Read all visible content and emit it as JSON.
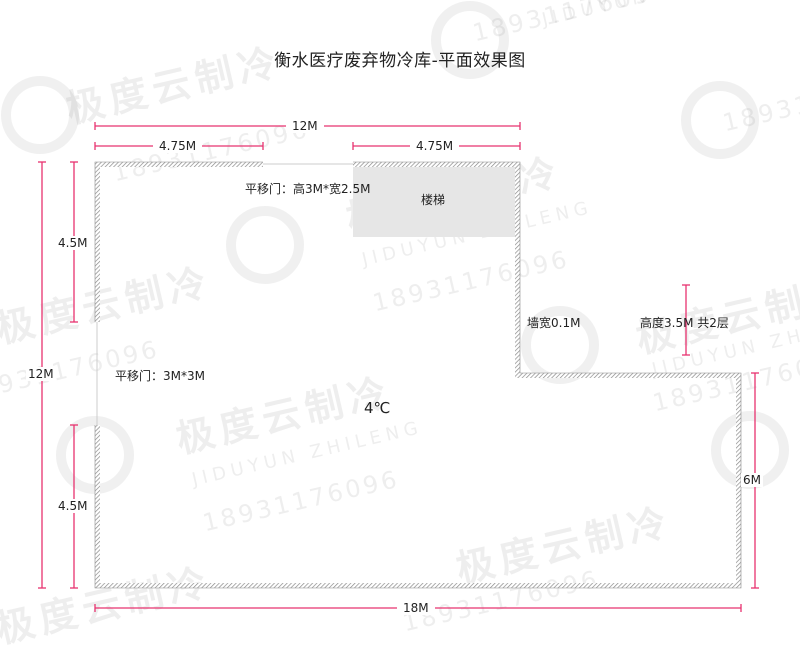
{
  "title": "衡水医疗废弃物冷库-平面效果图",
  "dimensions": {
    "top_total": "12M",
    "top_left": "4.75M",
    "top_right": "4.75M",
    "left_total": "12M",
    "left_upper": "4.5M",
    "left_lower": "4.5M",
    "right_lower": "6M",
    "bottom_total": "18M"
  },
  "labels": {
    "sliding_door_top": "平移门：高3M*宽2.5M",
    "stairs": "楼梯",
    "sliding_door_left": "平移门：3M*3M",
    "temperature": "4℃",
    "wall_width": "墙宽0.1M",
    "height": "高度3.5M 共2层"
  },
  "watermark": {
    "brand_cn": "极度云制冷",
    "brand_en": "JIDUYUN ZHILENG",
    "phone": "18931176096",
    "logo_text": "JIDUYUN"
  },
  "colors": {
    "dimension_line": "#e8336f",
    "wall": "#888888",
    "stairs_fill": "#e6e6e6",
    "watermark": "#cccccc"
  }
}
